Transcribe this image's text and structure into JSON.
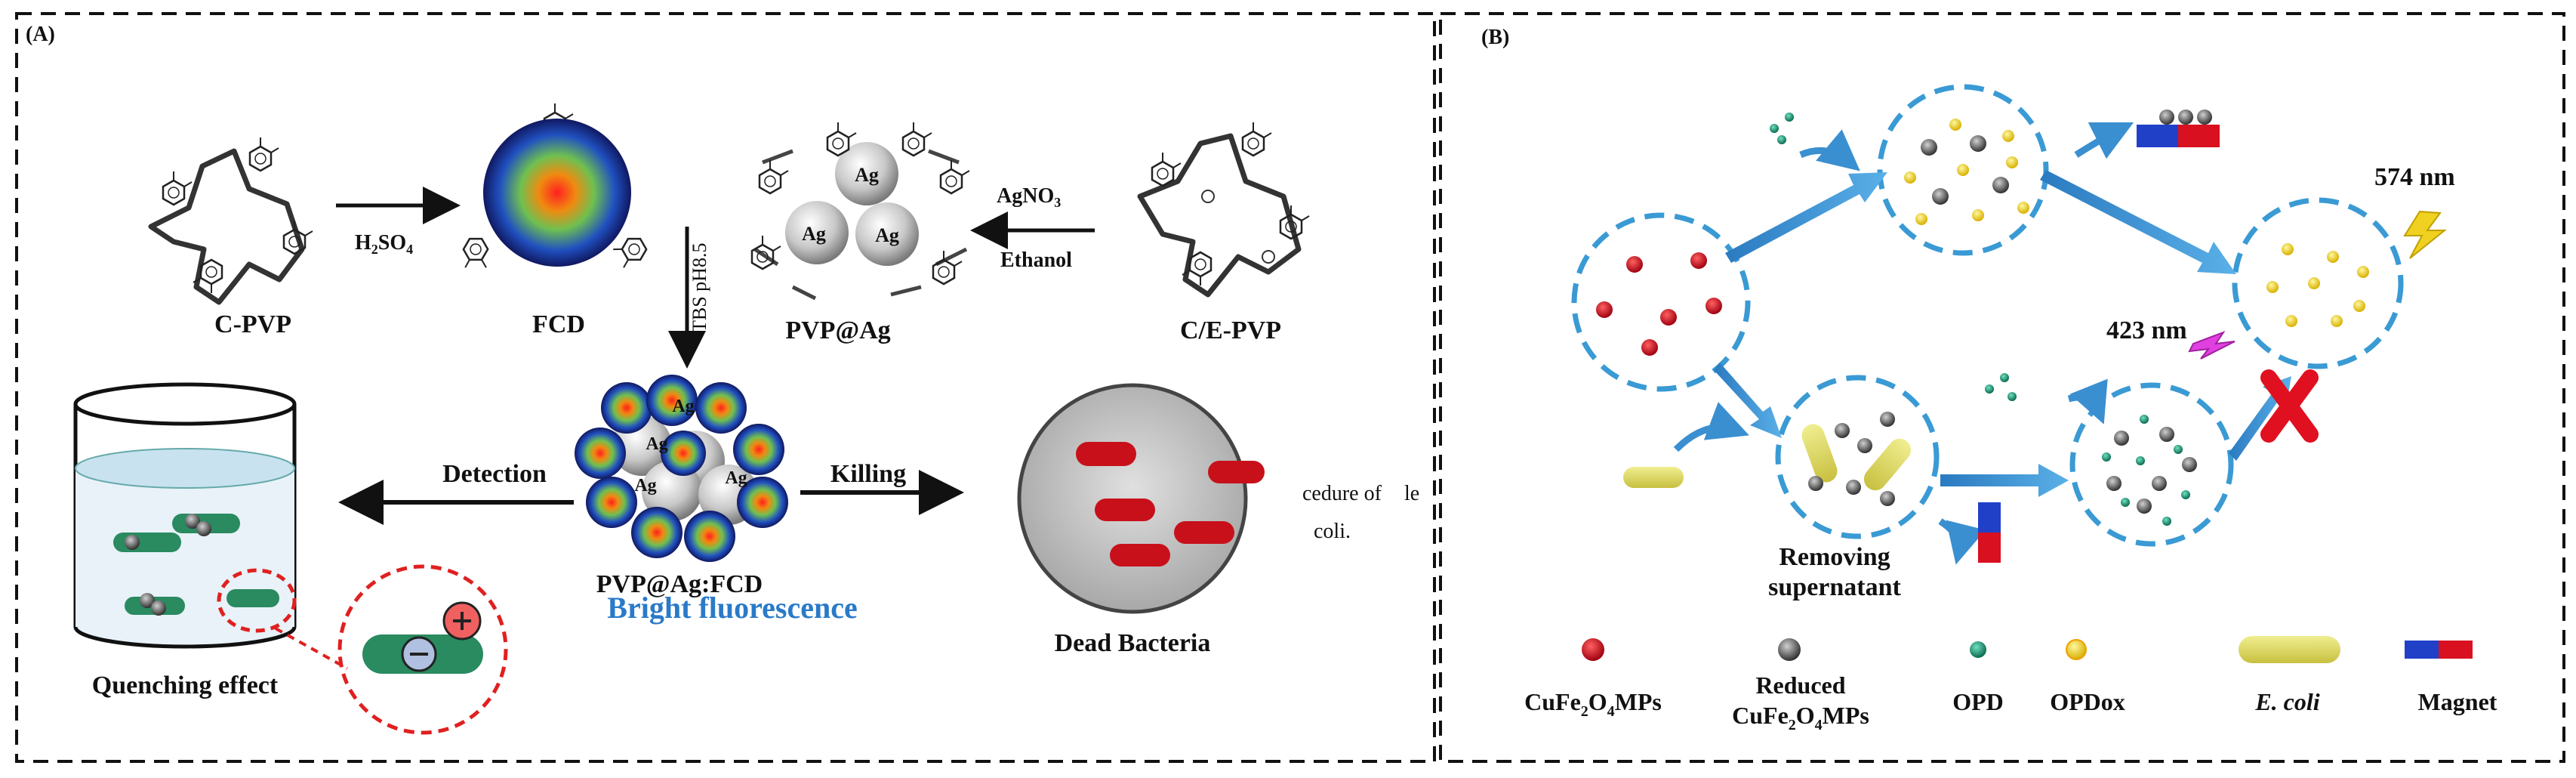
{
  "panel_a": {
    "tag": "(A)",
    "c_pvp": "C-PVP",
    "h2so4_main": "H",
    "h2so4_sub": "2",
    "h2so4_tail": "SO",
    "h2so4_sub2": "4",
    "fcd": "FCD",
    "pvp_ag": "PVP@Ag",
    "agno3_main": "AgNO",
    "agno3_sub": "3",
    "ethanol": "Ethanol",
    "ce_pvp": "C/E-PVP",
    "tbs": "TBS pH8.5",
    "ag": "Ag",
    "pvp_ag_fcd": "PVP@Ag:FCD",
    "bright": "Bright fluorescence",
    "detection": "Detection",
    "killing": "Killing",
    "quenching": "Quenching effect",
    "dead": "Dead Bacteria",
    "overlap1": "cedure of",
    "overlap2": "le",
    "overlap3": "coli."
  },
  "panel_b": {
    "tag": "(B)",
    "nm574": "574 nm",
    "nm423": "423 nm",
    "removing1": "Removing",
    "removing2": "supernatant",
    "legend": {
      "cufe_a": "CuFe",
      "cufe_sub1": "2",
      "cufe_b": "O",
      "cufe_sub2": "4",
      "cufe_c": "MPs",
      "reduced": "Reduced",
      "opd": "OPD",
      "opdox": "OPDox",
      "ecoli": "E. coli",
      "magnet": "Magnet"
    }
  },
  "colors": {
    "arrow_blue": "#3a8fd0",
    "dash_blue": "#3a9ad4",
    "red_particle": "#c8101a",
    "gray_particle": "#555555",
    "green_particle": "#1a9a78",
    "yellow_particle": "#f0d020",
    "bacteria_green": "#2a8a60",
    "bright_text": "#2a7ac8"
  }
}
